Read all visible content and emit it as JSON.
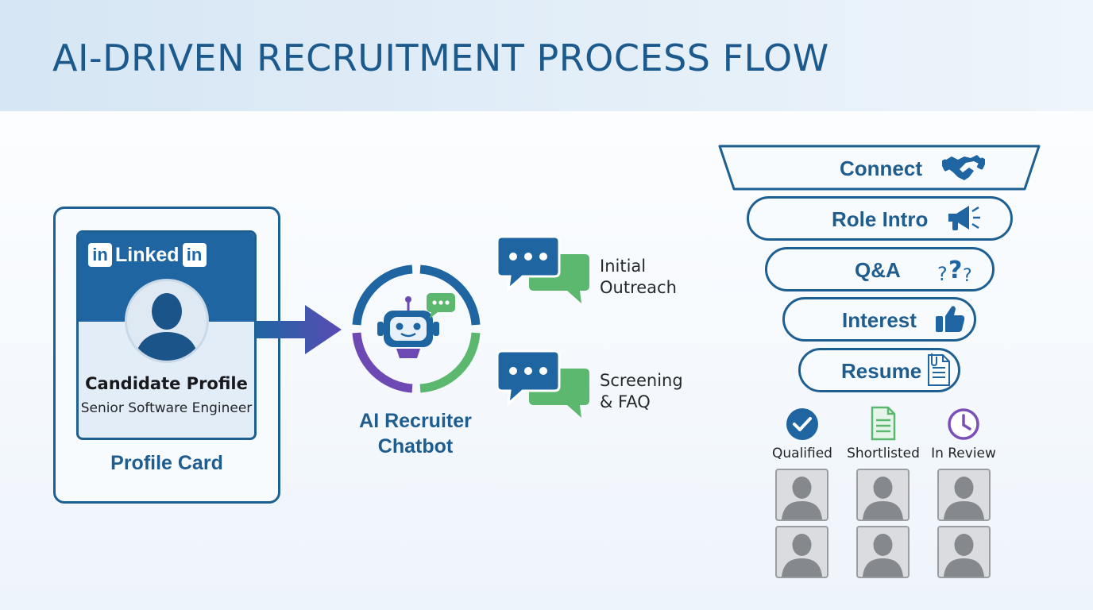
{
  "title": "AI-DRIVEN RECRUITMENT PROCESS FLOW",
  "profile_card": {
    "brand_left": "in",
    "brand_text": "Linked",
    "brand_right": "in",
    "name": "Candidate Profile",
    "role": "Senior Software Engineer",
    "label": "Profile Card"
  },
  "chatbot": {
    "label_line1": "AI Recruiter",
    "label_line2": "Chatbot"
  },
  "conversations": [
    {
      "line1": "Initial",
      "line2": "Outreach"
    },
    {
      "line1": "Screening",
      "line2": "& FAQ"
    }
  ],
  "funnel": {
    "stages": [
      {
        "label": "Connect",
        "icon": "handshake-icon"
      },
      {
        "label": "Role Intro",
        "icon": "megaphone-icon"
      },
      {
        "label": "Q&A",
        "icon": "question-marks-icon"
      },
      {
        "label": "Interest",
        "icon": "thumbs-up-icon"
      },
      {
        "label": "Resume",
        "icon": "resume-document-icon"
      }
    ]
  },
  "statuses": [
    {
      "label": "Qualified",
      "icon": "checkmark-circle-icon",
      "color": "#1f65a1"
    },
    {
      "label": "Shortlisted",
      "icon": "document-icon",
      "color": "#5cb86e"
    },
    {
      "label": "In Review",
      "icon": "clock-icon",
      "color": "#7a4fb8"
    }
  ],
  "colors": {
    "primary_blue": "#1f65a1",
    "green": "#5cb86e",
    "purple": "#6d4ab3",
    "text_dark": "#232628"
  }
}
